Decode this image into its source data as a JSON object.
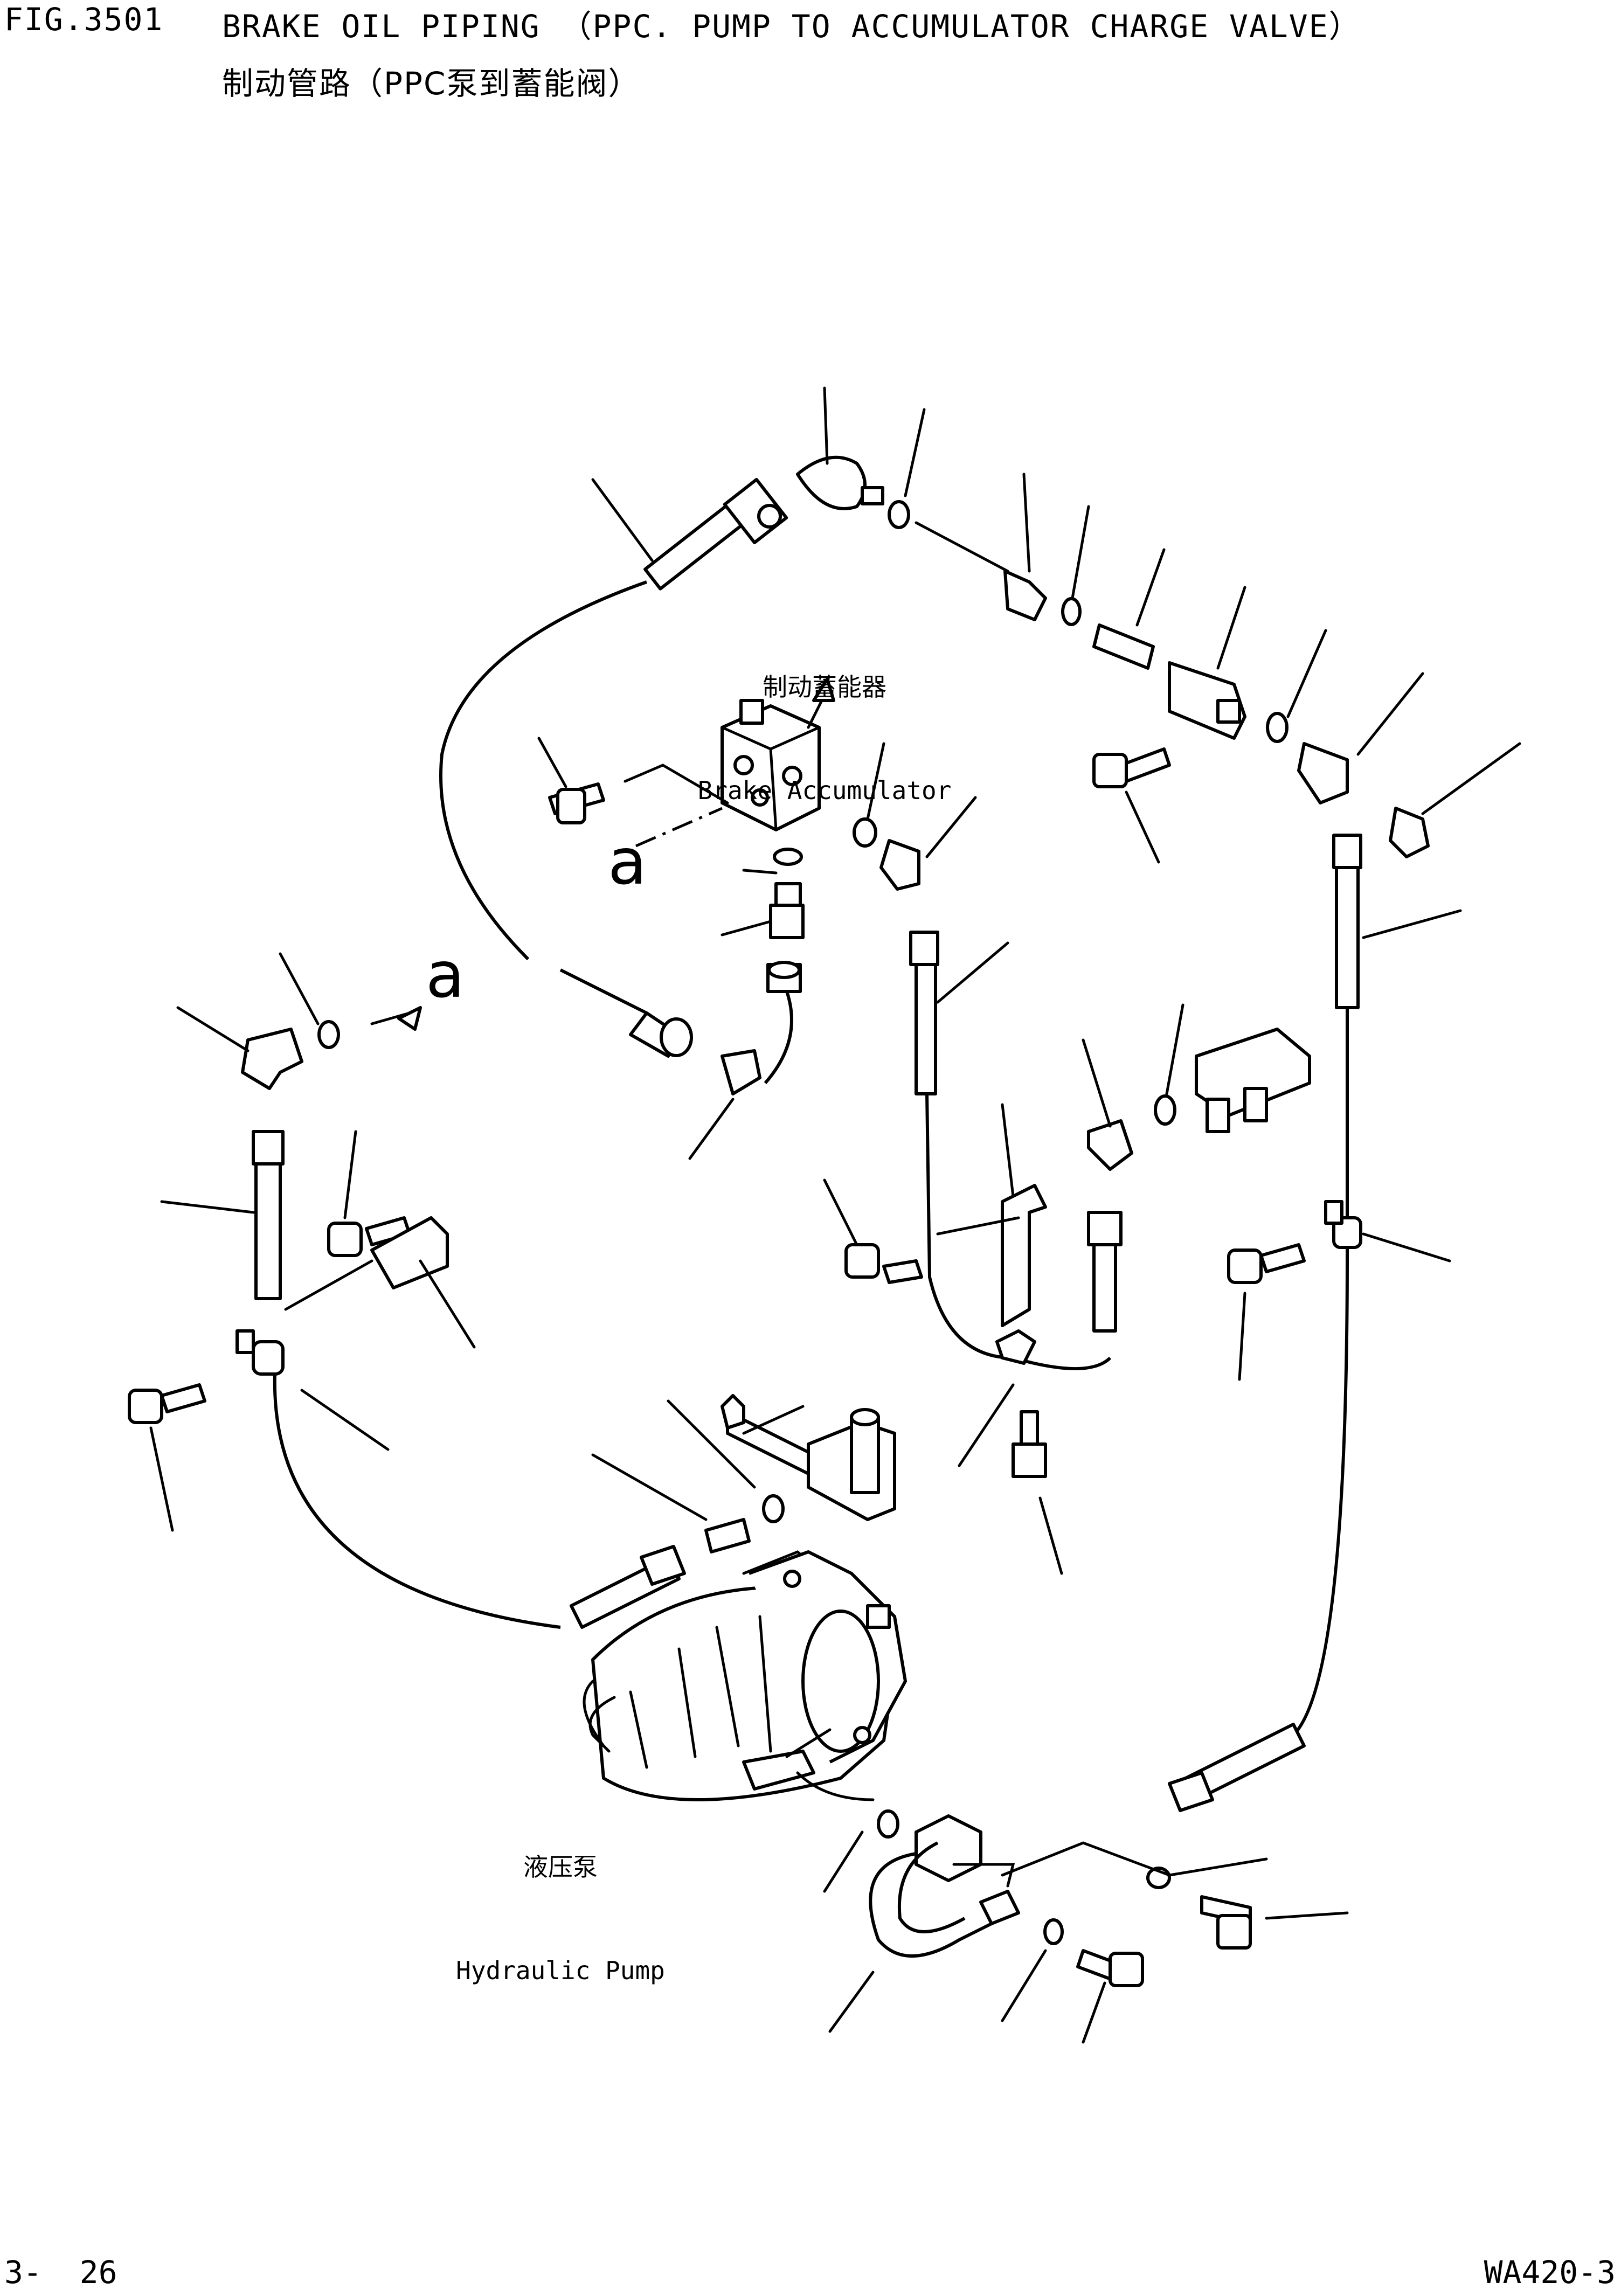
{
  "header": {
    "fig_number": "FIG.3501",
    "title": "BRAKE OIL PIPING （PPC. PUMP TO ACCUMULATOR CHARGE VALVE）",
    "title_cn": "制动管路（PPC泵到蓄能阀）"
  },
  "labels": {
    "brake_accumulator_cn": "制动蓄能器",
    "brake_accumulator": "Brake Accumulator",
    "hydraulic_pump_cn": "液压泵",
    "hydraulic_pump": "Hydraulic Pump",
    "ref_a_accumulator": "a",
    "ref_a_left": "a"
  },
  "footer": {
    "page": "3-  26",
    "model": "WA420-3"
  }
}
